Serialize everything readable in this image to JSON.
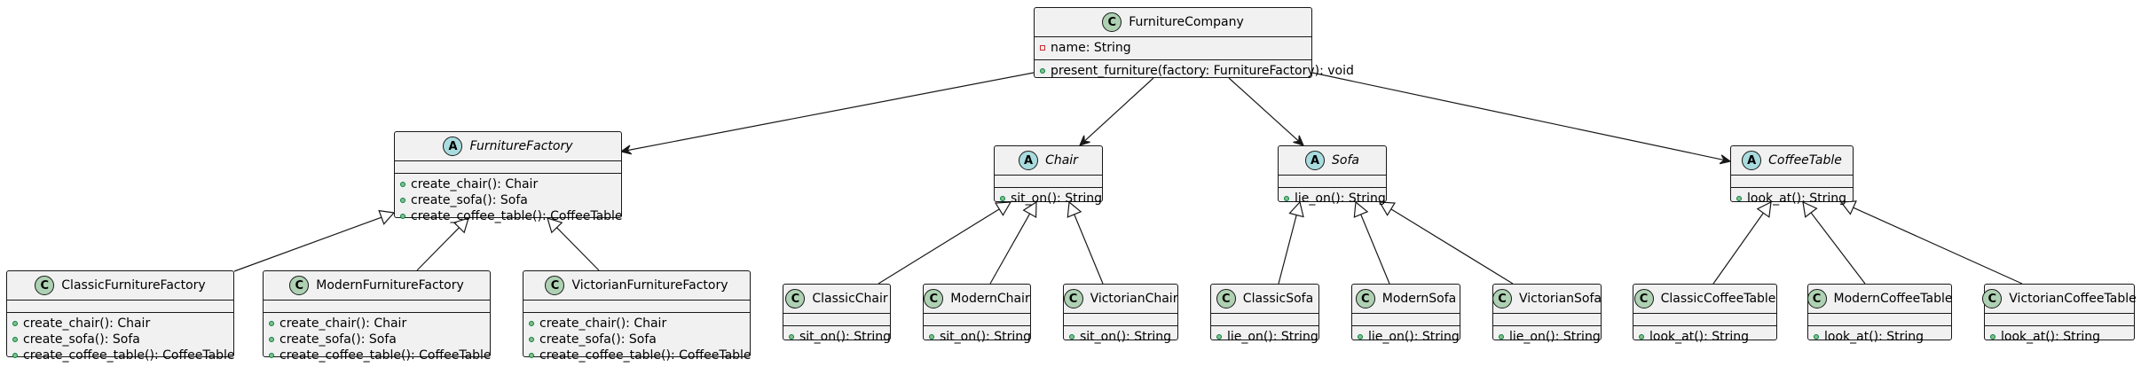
{
  "diagram": {
    "classes": [
      {
        "id": "FurnitureCompany",
        "name": "FurnitureCompany",
        "kind": "class",
        "badge": "C",
        "attributes": [
          {
            "visibility": "private",
            "text": "name: String"
          }
        ],
        "methods": [
          {
            "visibility": "public",
            "text": "present_furniture(factory: FurnitureFactory): void"
          }
        ]
      },
      {
        "id": "FurnitureFactory",
        "name": "FurnitureFactory",
        "kind": "abstract",
        "badge": "A",
        "attributes": [],
        "methods": [
          {
            "visibility": "public",
            "text": "create_chair(): Chair"
          },
          {
            "visibility": "public",
            "text": "create_sofa(): Sofa"
          },
          {
            "visibility": "public",
            "text": "create_coffee_table(): CoffeeTable"
          }
        ]
      },
      {
        "id": "Chair",
        "name": "Chair",
        "kind": "abstract",
        "badge": "A",
        "attributes": [],
        "methods": [
          {
            "visibility": "public",
            "text": "sit_on(): String"
          }
        ]
      },
      {
        "id": "Sofa",
        "name": "Sofa",
        "kind": "abstract",
        "badge": "A",
        "attributes": [],
        "methods": [
          {
            "visibility": "public",
            "text": "lie_on(): String"
          }
        ]
      },
      {
        "id": "CoffeeTable",
        "name": "CoffeeTable",
        "kind": "abstract",
        "badge": "A",
        "attributes": [],
        "methods": [
          {
            "visibility": "public",
            "text": "look_at(): String"
          }
        ]
      },
      {
        "id": "ClassicFurnitureFactory",
        "name": "ClassicFurnitureFactory",
        "kind": "class",
        "badge": "C",
        "attributes": [],
        "methods": [
          {
            "visibility": "public",
            "text": "create_chair(): Chair"
          },
          {
            "visibility": "public",
            "text": "create_sofa(): Sofa"
          },
          {
            "visibility": "public",
            "text": "create_coffee_table(): CoffeeTable"
          }
        ]
      },
      {
        "id": "ModernFurnitureFactory",
        "name": "ModernFurnitureFactory",
        "kind": "class",
        "badge": "C",
        "attributes": [],
        "methods": [
          {
            "visibility": "public",
            "text": "create_chair(): Chair"
          },
          {
            "visibility": "public",
            "text": "create_sofa(): Sofa"
          },
          {
            "visibility": "public",
            "text": "create_coffee_table(): CoffeeTable"
          }
        ]
      },
      {
        "id": "VictorianFurnitureFactory",
        "name": "VictorianFurnitureFactory",
        "kind": "class",
        "badge": "C",
        "attributes": [],
        "methods": [
          {
            "visibility": "public",
            "text": "create_chair(): Chair"
          },
          {
            "visibility": "public",
            "text": "create_sofa(): Sofa"
          },
          {
            "visibility": "public",
            "text": "create_coffee_table(): CoffeeTable"
          }
        ]
      },
      {
        "id": "ClassicChair",
        "name": "ClassicChair",
        "kind": "class",
        "badge": "C",
        "attributes": [],
        "methods": [
          {
            "visibility": "public",
            "text": "sit_on(): String"
          }
        ]
      },
      {
        "id": "ModernChair",
        "name": "ModernChair",
        "kind": "class",
        "badge": "C",
        "attributes": [],
        "methods": [
          {
            "visibility": "public",
            "text": "sit_on(): String"
          }
        ]
      },
      {
        "id": "VictorianChair",
        "name": "VictorianChair",
        "kind": "class",
        "badge": "C",
        "attributes": [],
        "methods": [
          {
            "visibility": "public",
            "text": "sit_on(): String"
          }
        ]
      },
      {
        "id": "ClassicSofa",
        "name": "ClassicSofa",
        "kind": "class",
        "badge": "C",
        "attributes": [],
        "methods": [
          {
            "visibility": "public",
            "text": "lie_on(): String"
          }
        ]
      },
      {
        "id": "ModernSofa",
        "name": "ModernSofa",
        "kind": "class",
        "badge": "C",
        "attributes": [],
        "methods": [
          {
            "visibility": "public",
            "text": "lie_on(): String"
          }
        ]
      },
      {
        "id": "VictorianSofa",
        "name": "VictorianSofa",
        "kind": "class",
        "badge": "C",
        "attributes": [],
        "methods": [
          {
            "visibility": "public",
            "text": "lie_on(): String"
          }
        ]
      },
      {
        "id": "ClassicCoffeeTable",
        "name": "ClassicCoffeeTable",
        "kind": "class",
        "badge": "C",
        "attributes": [],
        "methods": [
          {
            "visibility": "public",
            "text": "look_at(): String"
          }
        ]
      },
      {
        "id": "ModernCoffeeTable",
        "name": "ModernCoffeeTable",
        "kind": "class",
        "badge": "C",
        "attributes": [],
        "methods": [
          {
            "visibility": "public",
            "text": "look_at(): String"
          }
        ]
      },
      {
        "id": "VictorianCoffeeTable",
        "name": "VictorianCoffeeTable",
        "kind": "class",
        "badge": "C",
        "attributes": [],
        "methods": [
          {
            "visibility": "public",
            "text": "look_at(): String"
          }
        ]
      }
    ],
    "relations": [
      {
        "type": "association",
        "from": "FurnitureCompany",
        "to": "FurnitureFactory"
      },
      {
        "type": "association",
        "from": "FurnitureCompany",
        "to": "Chair"
      },
      {
        "type": "association",
        "from": "FurnitureCompany",
        "to": "Sofa"
      },
      {
        "type": "association",
        "from": "FurnitureCompany",
        "to": "CoffeeTable"
      },
      {
        "type": "generalization",
        "from": "ClassicFurnitureFactory",
        "to": "FurnitureFactory"
      },
      {
        "type": "generalization",
        "from": "ModernFurnitureFactory",
        "to": "FurnitureFactory"
      },
      {
        "type": "generalization",
        "from": "VictorianFurnitureFactory",
        "to": "FurnitureFactory"
      },
      {
        "type": "generalization",
        "from": "ClassicChair",
        "to": "Chair"
      },
      {
        "type": "generalization",
        "from": "ModernChair",
        "to": "Chair"
      },
      {
        "type": "generalization",
        "from": "VictorianChair",
        "to": "Chair"
      },
      {
        "type": "generalization",
        "from": "ClassicSofa",
        "to": "Sofa"
      },
      {
        "type": "generalization",
        "from": "ModernSofa",
        "to": "Sofa"
      },
      {
        "type": "generalization",
        "from": "VictorianSofa",
        "to": "Sofa"
      },
      {
        "type": "generalization",
        "from": "ClassicCoffeeTable",
        "to": "CoffeeTable"
      },
      {
        "type": "generalization",
        "from": "ModernCoffeeTable",
        "to": "CoffeeTable"
      },
      {
        "type": "generalization",
        "from": "VictorianCoffeeTable",
        "to": "CoffeeTable"
      }
    ]
  },
  "colors": {
    "class_badge": "#add1b2",
    "abstract_badge": "#a9dcdf",
    "box_fill": "#f1f1f1",
    "border": "#181818",
    "public_marker": "#84be84",
    "private_marker": "#c82930"
  }
}
